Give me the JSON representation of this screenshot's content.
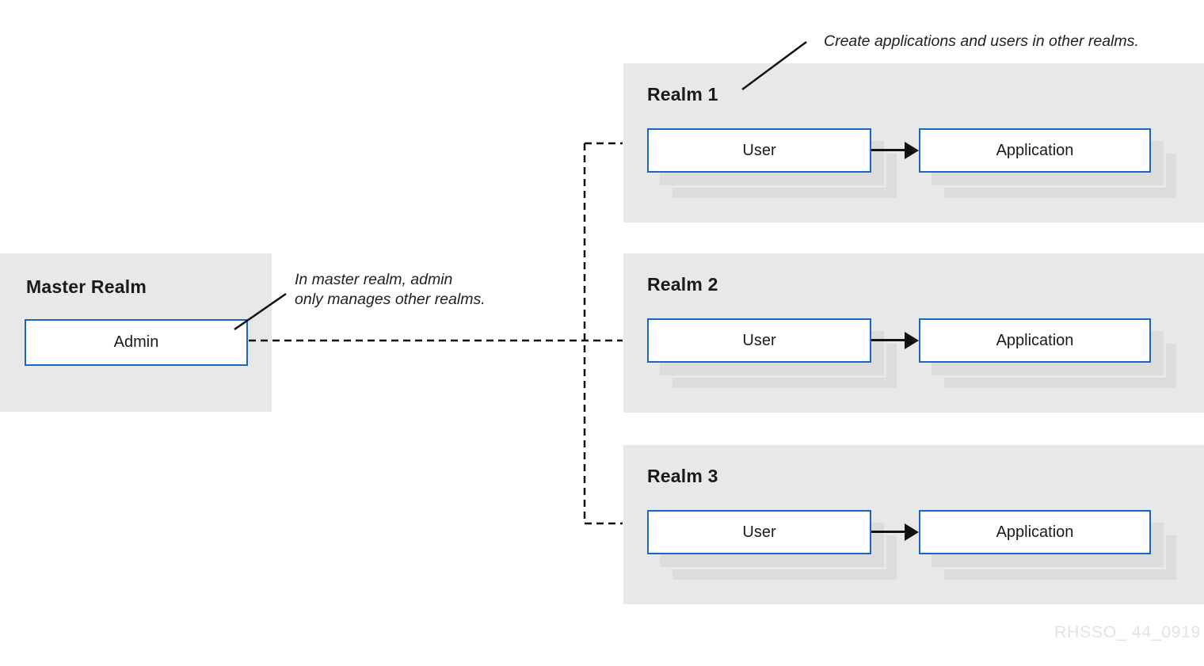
{
  "colors": {
    "panel_bg": "#e8e8e8",
    "shadow": "#dcdcdc",
    "box_border": "#1767c9",
    "box_bg": "#ffffff",
    "text": "#1a1a1a",
    "line": "#111111",
    "watermark": "#e3e3e3"
  },
  "master": {
    "title": "Master Realm",
    "box_label": "Admin",
    "annotation_line1": "In master realm, admin",
    "annotation_line2": "only manages other realms."
  },
  "realms": [
    {
      "title": "Realm 1",
      "user_label": "User",
      "app_label": "Application"
    },
    {
      "title": "Realm 2",
      "user_label": "User",
      "app_label": "Application"
    },
    {
      "title": "Realm 3",
      "user_label": "User",
      "app_label": "Application"
    }
  ],
  "top_annotation": "Create applications and users in other realms.",
  "watermark": "RHSSO_ 44_0919"
}
